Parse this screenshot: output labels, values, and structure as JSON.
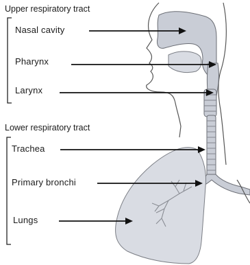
{
  "upper_tract": {
    "title": "Upper respiratory tract",
    "labels": {
      "nasal_cavity": "Nasal cavity",
      "pharynx": "Pharynx",
      "larynx": "Larynx"
    }
  },
  "lower_tract": {
    "title": "Lower respiratory tract",
    "labels": {
      "trachea": "Trachea",
      "primary_bronchi": "Primary bronchi",
      "lungs": "Lungs"
    }
  }
}
